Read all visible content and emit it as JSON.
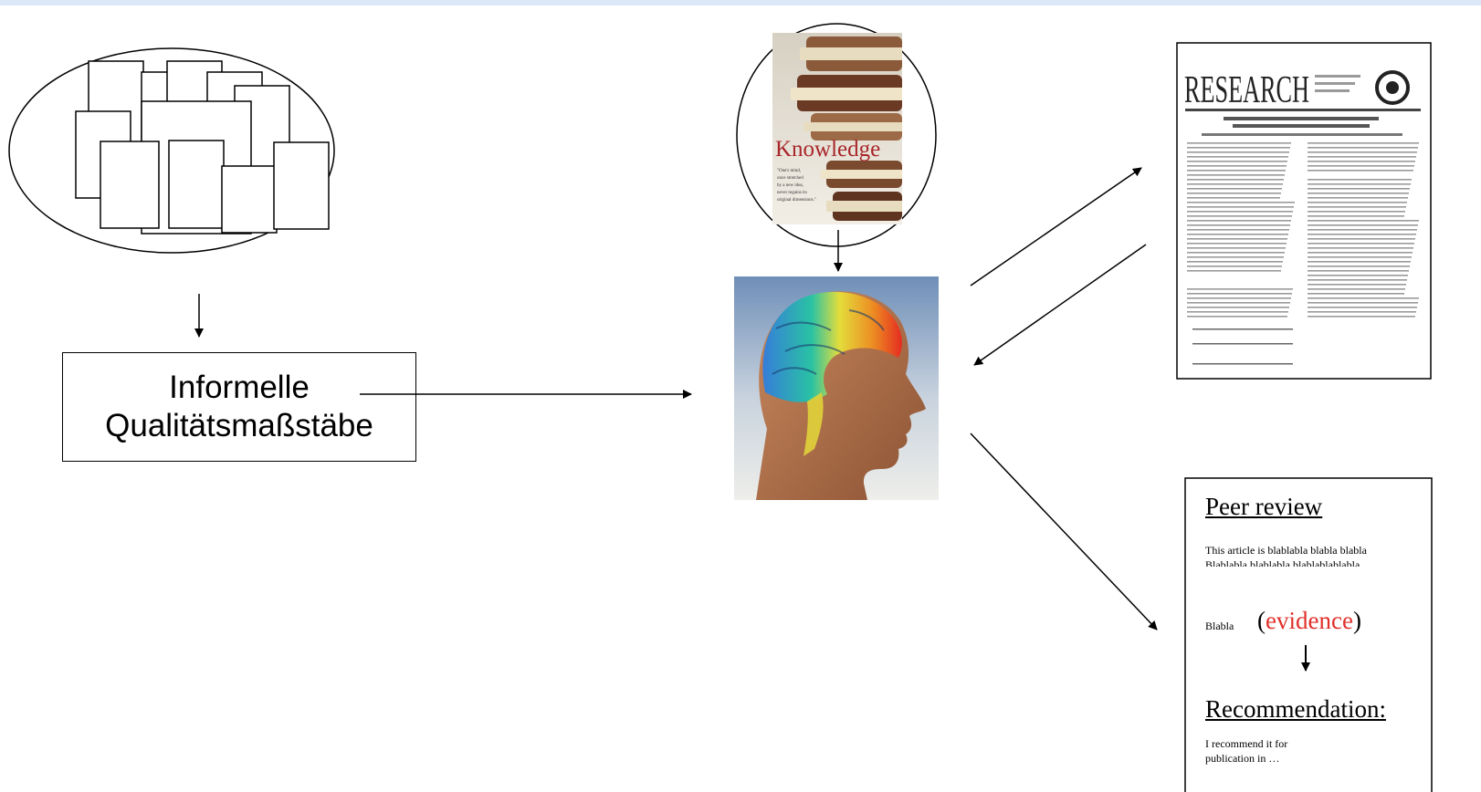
{
  "informal_box": {
    "line1": "Informelle",
    "line2": "Qualitätsmaßstäbe"
  },
  "knowledge_book": {
    "title": "Knowledge",
    "quote_lines": [
      "\"One's mind,",
      "once stretched",
      "by a new idea,",
      "never regains its",
      "original dimensions.\""
    ]
  },
  "research_paper": {
    "masthead": "RESEARCH"
  },
  "peer_review": {
    "title": "Peer review",
    "line1": "This article is blablabla blabla blabla",
    "line2": "Blablabla blablabla blablablablabla",
    "blabla": "Blabla",
    "evidence_open": "(",
    "evidence_word": "evidence",
    "evidence_close": ")",
    "recommendation_title": "Recommendation:",
    "rec_line1": "I  recommend it for",
    "rec_line2": "publication in …"
  },
  "colors": {
    "accent_red": "#e0302a",
    "top_bar": "#dce8f8"
  }
}
